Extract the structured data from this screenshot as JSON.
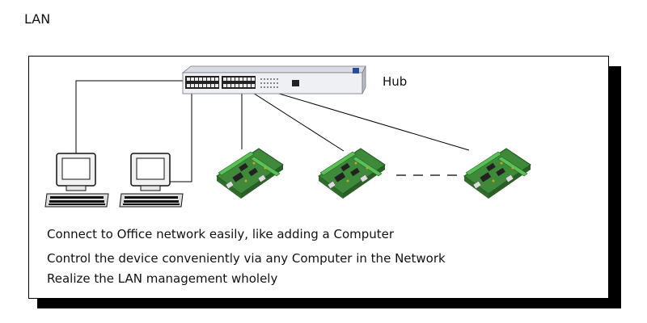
{
  "page_title": "LAN",
  "hub": {
    "label": "Hub"
  },
  "icons": {
    "computer": "desktop-computer-icon",
    "hub": "network-hub-icon",
    "controller": "access-controller-board-icon"
  },
  "captions": [
    "Connect to Office network easily, like adding a Computer",
    "Control the device conveniently via any Computer in the Network",
    "Realize the LAN management wholely"
  ],
  "colors": {
    "board_green": "#3f8a3a",
    "terminal_green": "#4caf50",
    "shadow": "#000000"
  }
}
